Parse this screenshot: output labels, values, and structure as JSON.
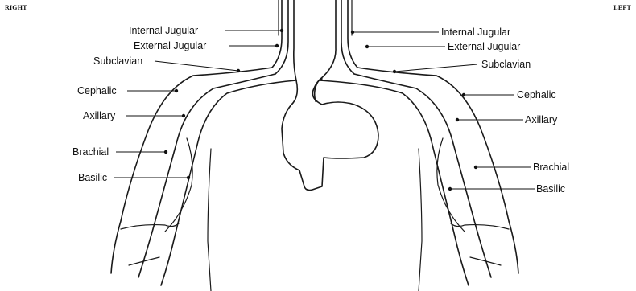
{
  "corners": {
    "left": "RIGHT",
    "right": "LEFT"
  },
  "labels": {
    "right": {
      "internal_jugular": "Internal Jugular",
      "external_jugular": "External Jugular",
      "subclavian": "Subclavian",
      "cephalic": "Cephalic",
      "axillary": "Axillary",
      "brachial": "Brachial",
      "basilic": "Basilic"
    },
    "left": {
      "internal_jugular": "Internal Jugular",
      "external_jugular": "External Jugular",
      "subclavian": "Subclavian",
      "cephalic": "Cephalic",
      "axillary": "Axillary",
      "brachial": "Brachial",
      "basilic": "Basilic"
    }
  }
}
